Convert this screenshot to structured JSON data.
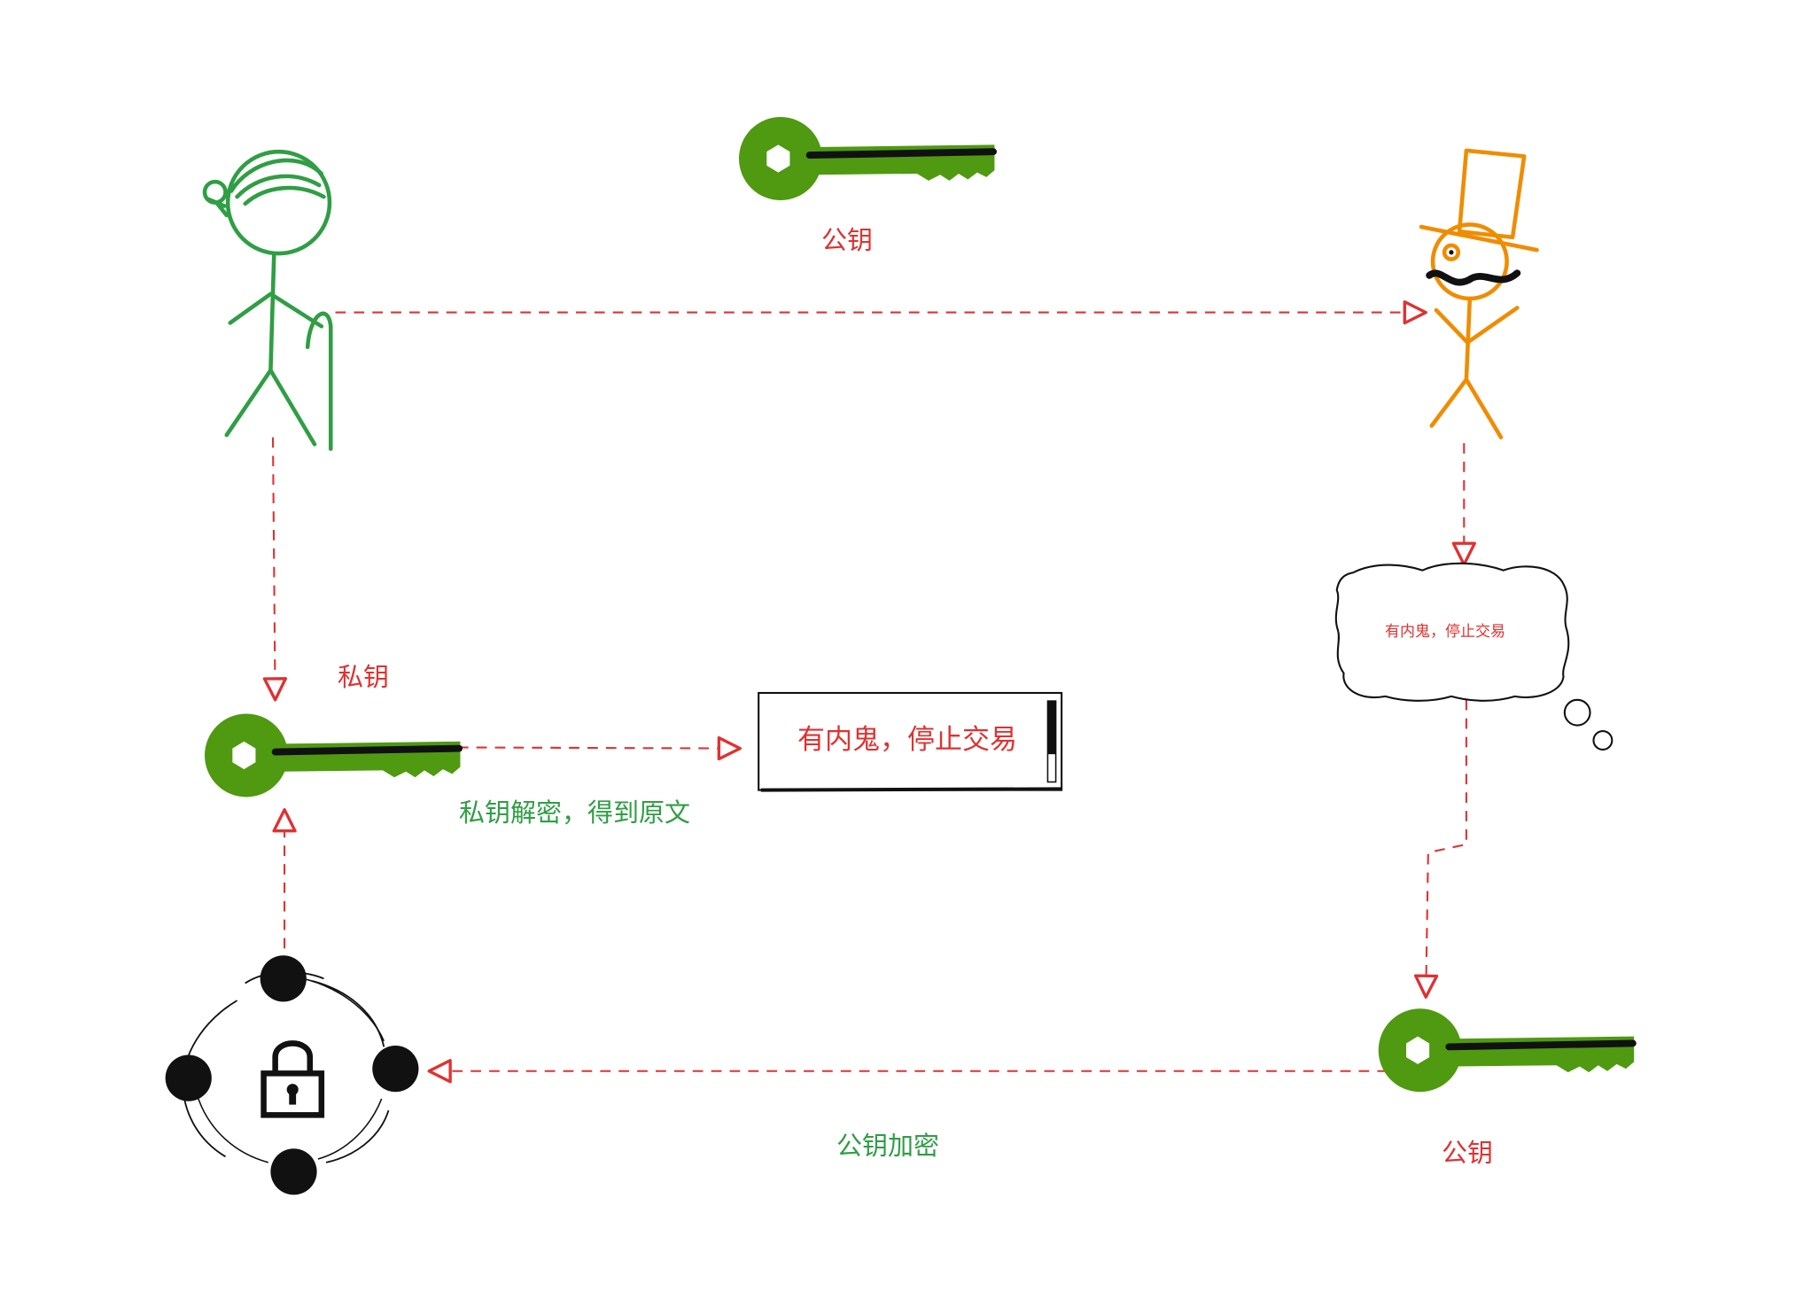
{
  "labels": {
    "public_key_top": "公钥",
    "private_key": "私钥",
    "decrypt_caption": "私钥解密，得到原文",
    "message_box": "有内鬼，停止交易",
    "thought_bubble": "有内鬼，停止交易",
    "encrypt_caption": "公钥加密",
    "public_key_bottom": "公钥"
  },
  "colors": {
    "arrow": "#e03131",
    "key": "#4f9a10",
    "person_left": "#2f9e44",
    "person_right": "#f08c00",
    "label_red": "#e03131",
    "label_green": "#2f9e44",
    "ink": "#111111"
  },
  "icons": [
    "key-icon",
    "person-icon",
    "top-hat-person-icon",
    "thought-bubble-icon",
    "lock-icon",
    "message-box-icon"
  ]
}
